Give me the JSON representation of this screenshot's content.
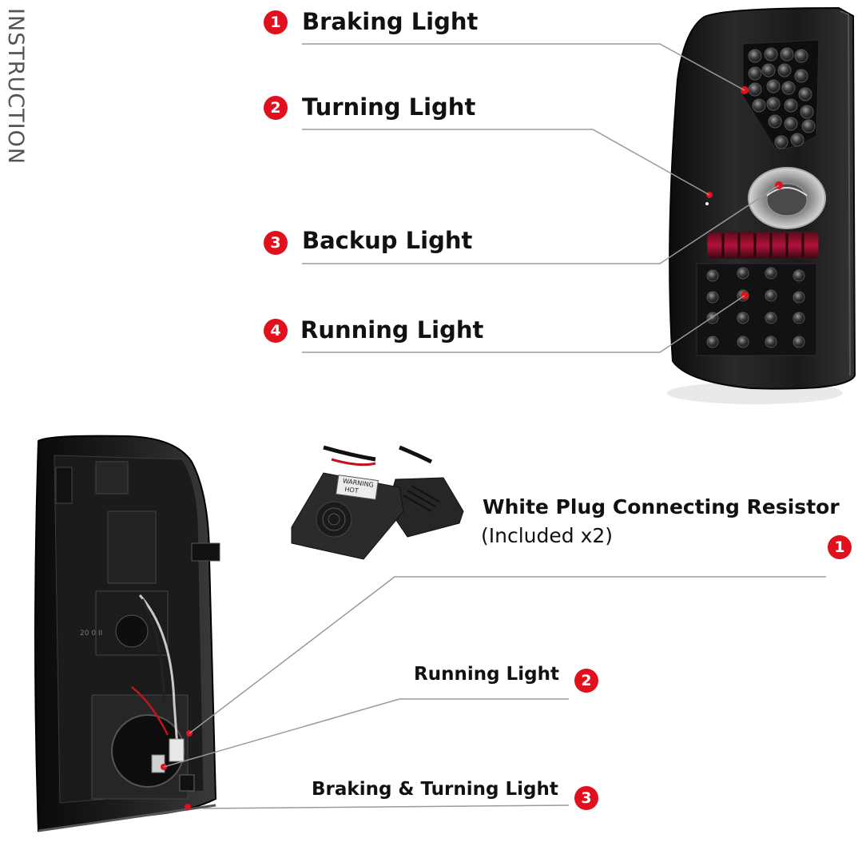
{
  "side_title": "INSTRUCTION",
  "top_section": {
    "items": [
      {
        "number": "1",
        "label": "Braking Light"
      },
      {
        "number": "2",
        "label": "Turning Light"
      },
      {
        "number": "3",
        "label": "Backup Light"
      },
      {
        "number": "4",
        "label": "Running Light"
      }
    ]
  },
  "bottom_section": {
    "resistor_title": "White Plug Connecting Resistor",
    "resistor_note": "(Included x2)",
    "warning_box_text": [
      "WARNING",
      "HOT"
    ],
    "items": [
      {
        "number": "1",
        "label": ""
      },
      {
        "number": "2",
        "label": "Running Light"
      },
      {
        "number": "3",
        "label": "Braking & Turning Light"
      }
    ]
  },
  "colors": {
    "badge": "#e0101c",
    "leader_line": "#9a9a9a",
    "lamp_body": "#1c1c1e"
  }
}
